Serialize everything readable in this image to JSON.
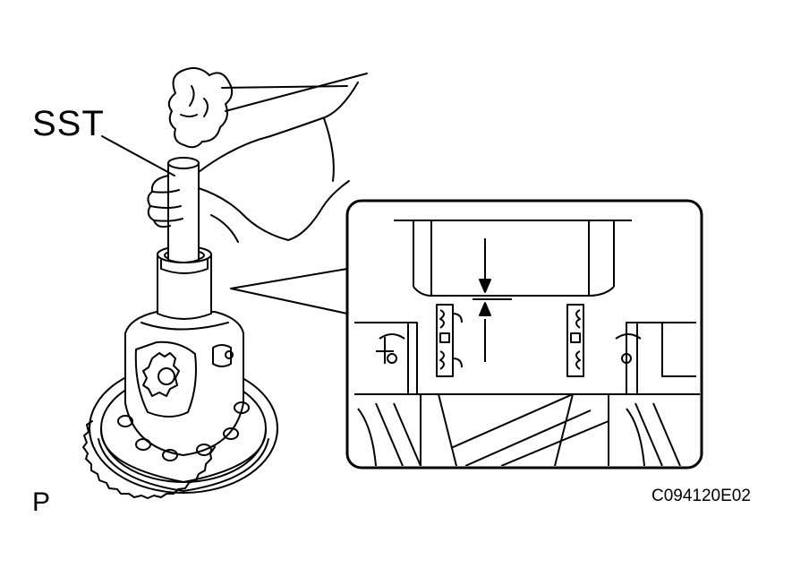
{
  "labels": {
    "tool": "SST",
    "view_marker": "P",
    "figure_code": "C094120E02"
  },
  "colors": {
    "line": "#000000",
    "background": "#ffffff"
  }
}
